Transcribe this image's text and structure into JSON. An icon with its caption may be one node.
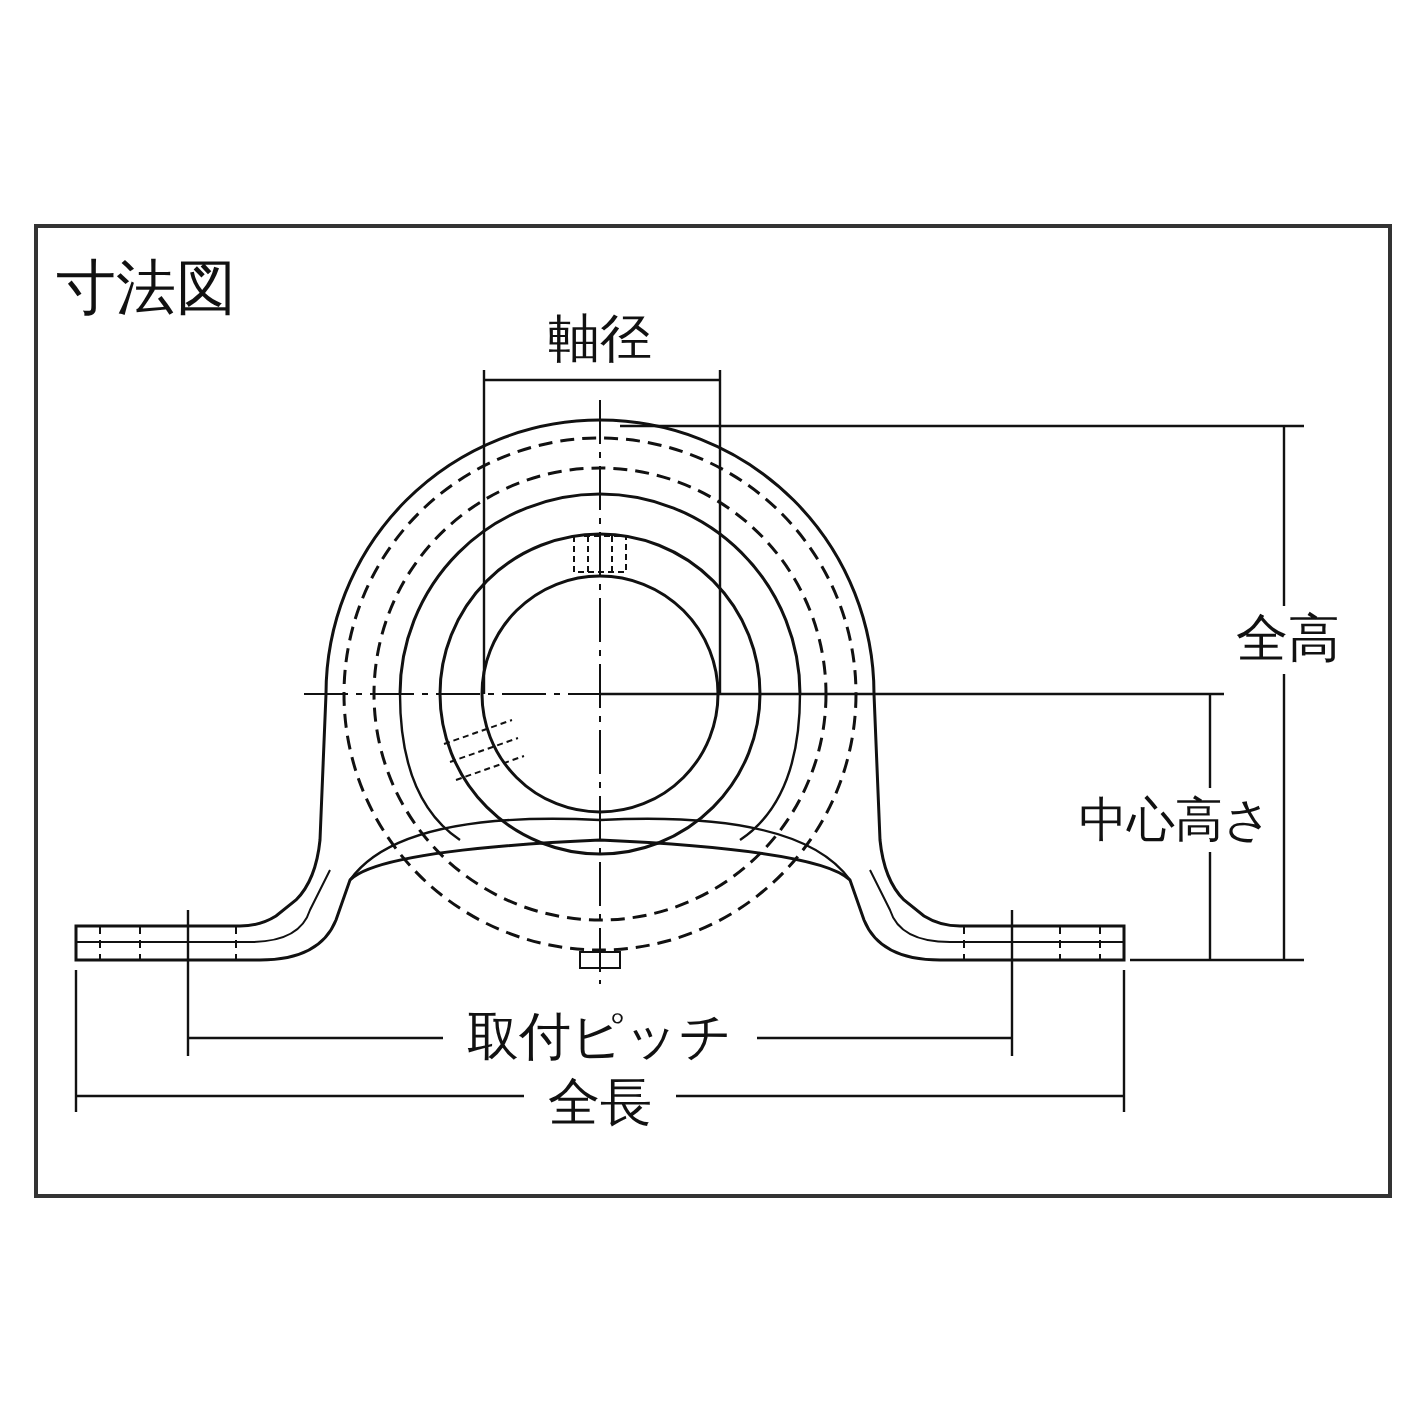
{
  "diagram": {
    "title": "寸法図",
    "labels": [
      "軸径",
      "全高",
      "中心高さ",
      "取付ピッチ",
      "全長"
    ]
  }
}
